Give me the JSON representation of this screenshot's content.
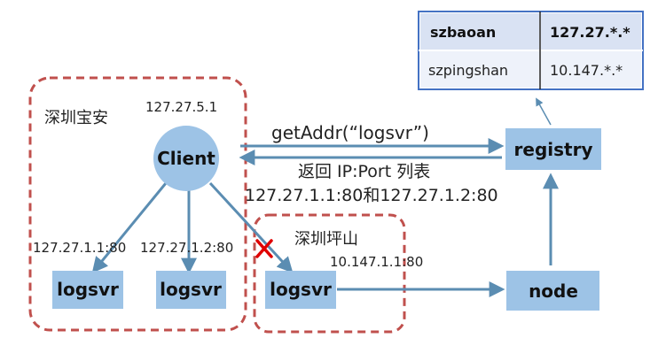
{
  "colors": {
    "box_fill": "#9dc3e6",
    "arrow": "#5b8db2",
    "dashed_border": "#c0504d",
    "table_border": "#4472c4",
    "table_header_fill": "#d9e2f3",
    "table_row_fill": "#eef2fa",
    "cross": "#e00000"
  },
  "table": {
    "rows": [
      {
        "name": "szbaoan",
        "ip": "127.27.*.*"
      },
      {
        "name": "szpingshan",
        "ip": "10.147.*.*"
      }
    ]
  },
  "regions": {
    "baoan": {
      "label": "深圳宝安"
    },
    "pingshan": {
      "label": "深圳坪山"
    }
  },
  "client": {
    "label": "Client",
    "ip": "127.27.5.1"
  },
  "registry": {
    "label": "registry"
  },
  "node": {
    "label": "node"
  },
  "logsvr": [
    {
      "label": "logsvr",
      "ip": "127.27.1.1:80"
    },
    {
      "label": "logsvr",
      "ip": "127.27.1.2:80"
    },
    {
      "label": "logsvr",
      "ip": "10.147.1.1:80"
    }
  ],
  "messages": {
    "request": "getAddr(“logsvr”)",
    "response_line1": "返回 IP:Port 列表",
    "response_line2": "127.27.1.1:80和127.27.1.2:80"
  },
  "icons": {
    "blocked": "cross-icon"
  }
}
